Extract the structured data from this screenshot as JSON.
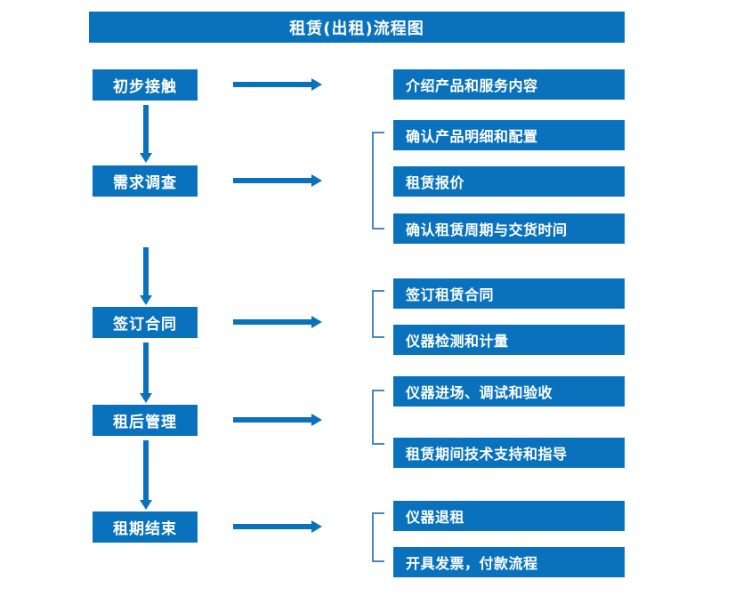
{
  "title": "租赁(出租)流程图",
  "colors": {
    "accent": "#0a72bd",
    "bracket": "#4a86b8",
    "text": "#ffffff",
    "background": "#ffffff"
  },
  "stages": [
    {
      "label": "初步接触"
    },
    {
      "label": "需求调查"
    },
    {
      "label": "签订合同"
    },
    {
      "label": "租后管理"
    },
    {
      "label": "租期结束"
    }
  ],
  "tasks": [
    {
      "label": "介绍产品和服务内容"
    },
    {
      "label": "确认产品明细和配置"
    },
    {
      "label": "租赁报价"
    },
    {
      "label": "确认租赁周期与交货时间"
    },
    {
      "label": "签订租赁合同"
    },
    {
      "label": "仪器检测和计量"
    },
    {
      "label": "仪器进场、调试和验收"
    },
    {
      "label": "租赁期间技术支持和指导"
    },
    {
      "label": "仪器退租"
    },
    {
      "label": "开具发票，付款流程"
    }
  ],
  "groups": [
    {
      "stage": "需求调查",
      "tasks": [
        "确认产品明细和配置",
        "租赁报价",
        "确认租赁周期与交货时间"
      ]
    },
    {
      "stage": "签订合同",
      "tasks": [
        "签订租赁合同",
        "仪器检测和计量"
      ]
    },
    {
      "stage": "租后管理",
      "tasks": [
        "仪器进场、调试和验收",
        "租赁期间技术支持和指导"
      ]
    },
    {
      "stage": "租期结束",
      "tasks": [
        "仪器退租",
        "开具发票，付款流程"
      ]
    }
  ]
}
